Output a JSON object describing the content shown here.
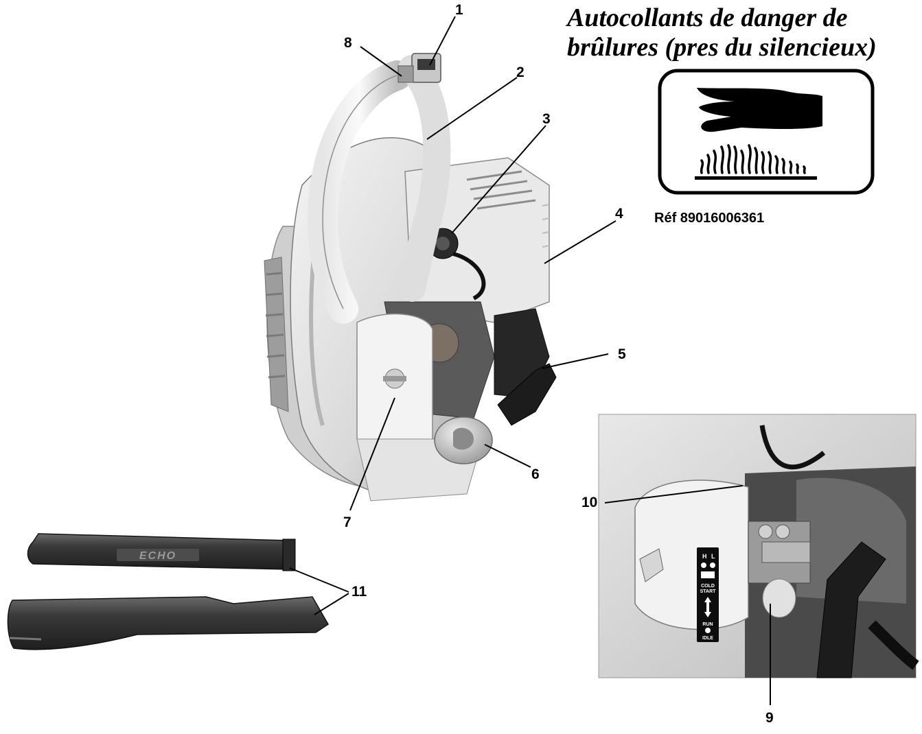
{
  "warning": {
    "title_lines": [
      "Autocollants de danger de",
      "brûlures (pres du silencieux)"
    ],
    "reference": "Réf 89016006361"
  },
  "callouts": [
    "1",
    "2",
    "3",
    "4",
    "5",
    "6",
    "7",
    "8",
    "9",
    "10",
    "11"
  ],
  "tube": {
    "logo": "ECHO"
  },
  "carb_decal": {
    "h": "H",
    "l": "L",
    "cold_start": [
      "COLD",
      "START"
    ],
    "run": "RUN",
    "idle": "IDLE"
  }
}
